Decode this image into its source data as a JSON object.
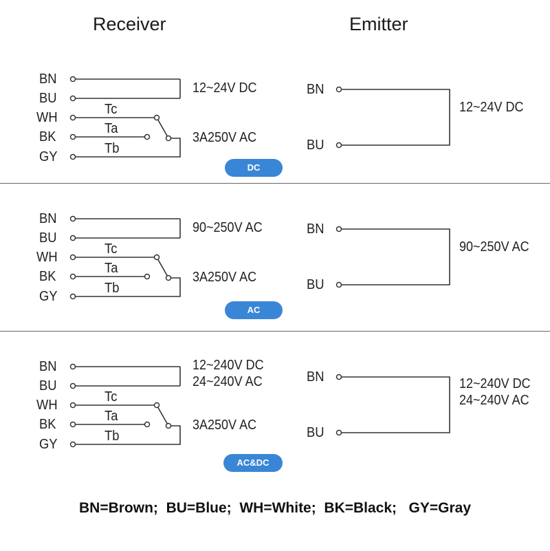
{
  "headers": {
    "receiver": "Receiver",
    "emitter": "Emitter"
  },
  "sections": [
    {
      "badge": "DC",
      "receiver": {
        "wires": [
          "BN",
          "BU",
          "WH",
          "BK",
          "GY"
        ],
        "contacts": [
          "Tc",
          "Ta",
          "Tb"
        ],
        "supply": [
          "12~24V DC"
        ],
        "relay": "3A250V AC"
      },
      "emitter": {
        "wires": [
          "BN",
          "BU"
        ],
        "supply": [
          "12~24V DC"
        ]
      }
    },
    {
      "badge": "AC",
      "receiver": {
        "wires": [
          "BN",
          "BU",
          "WH",
          "BK",
          "GY"
        ],
        "contacts": [
          "Tc",
          "Ta",
          "Tb"
        ],
        "supply": [
          "90~250V AC"
        ],
        "relay": "3A250V AC"
      },
      "emitter": {
        "wires": [
          "BN",
          "BU"
        ],
        "supply": [
          "90~250V AC"
        ]
      }
    },
    {
      "badge": "AC&DC",
      "receiver": {
        "wires": [
          "BN",
          "BU",
          "WH",
          "BK",
          "GY"
        ],
        "contacts": [
          "Tc",
          "Ta",
          "Tb"
        ],
        "supply": [
          "12~240V DC",
          "24~240V AC"
        ],
        "relay": "3A250V AC"
      },
      "emitter": {
        "wires": [
          "BN",
          "BU"
        ],
        "supply": [
          "12~240V DC",
          "24~240V AC"
        ]
      }
    }
  ],
  "legend": "BN=Brown;  BU=Blue;  WH=White;  BK=Black;   GY=Gray",
  "colors": {
    "badge": "#3a86d6",
    "line": "#333333",
    "divider": "#666666"
  }
}
